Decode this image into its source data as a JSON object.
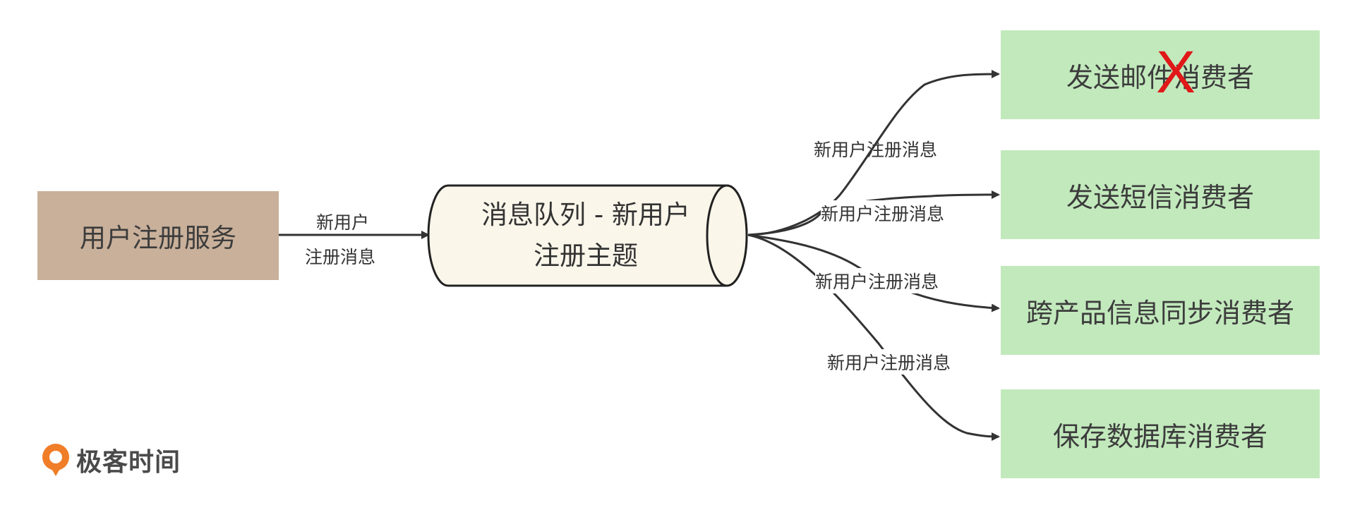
{
  "producer": {
    "label": "用户注册服务"
  },
  "queue": {
    "line1": "消息队列 - 新用户",
    "line2": "注册主题"
  },
  "edges": {
    "producer_label_line1": "新用户",
    "producer_label_line2": "注册消息",
    "consumer_edge_label": "新用户注册消息"
  },
  "consumers": [
    {
      "label": "发送邮件消费者",
      "failed": true
    },
    {
      "label": "发送短信消费者"
    },
    {
      "label": "跨产品信息同步消费者"
    },
    {
      "label": "保存数据库消费者"
    }
  ],
  "failure_mark": "X",
  "brand": {
    "name": "极客时间",
    "accent": "#f07d27"
  },
  "colors": {
    "producer": "#c9b09a",
    "queue": "#fbf6ea",
    "consumer": "#c2e9bc",
    "failure": "#e01818"
  }
}
